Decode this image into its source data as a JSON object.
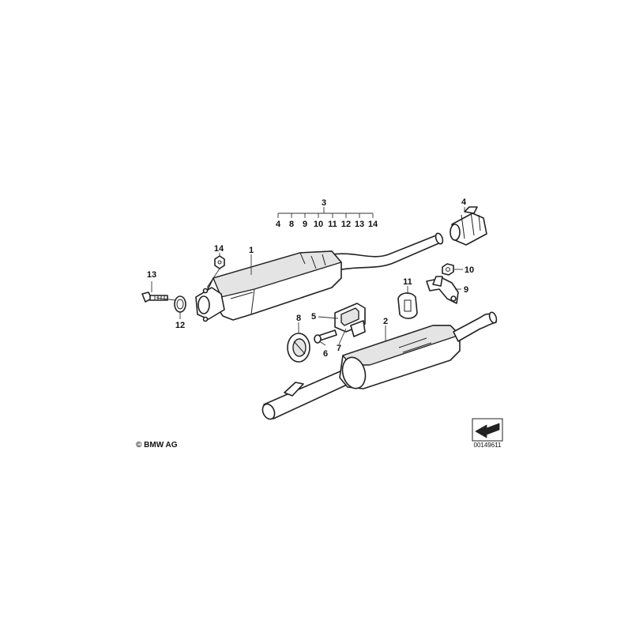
{
  "diagram": {
    "callouts": {
      "c1": "1",
      "c2": "2",
      "c3": "3",
      "c4": "4",
      "c5": "5",
      "c6": "6",
      "c7": "7",
      "c8": "8",
      "c9": "9",
      "c10": "10",
      "c11": "11",
      "c12": "12",
      "c13": "13",
      "c14": "14"
    },
    "kit_contents": [
      "4",
      "8",
      "9",
      "10",
      "11",
      "12",
      "13",
      "14"
    ],
    "copyright": "© BMW AG",
    "document_number": "00149611"
  }
}
